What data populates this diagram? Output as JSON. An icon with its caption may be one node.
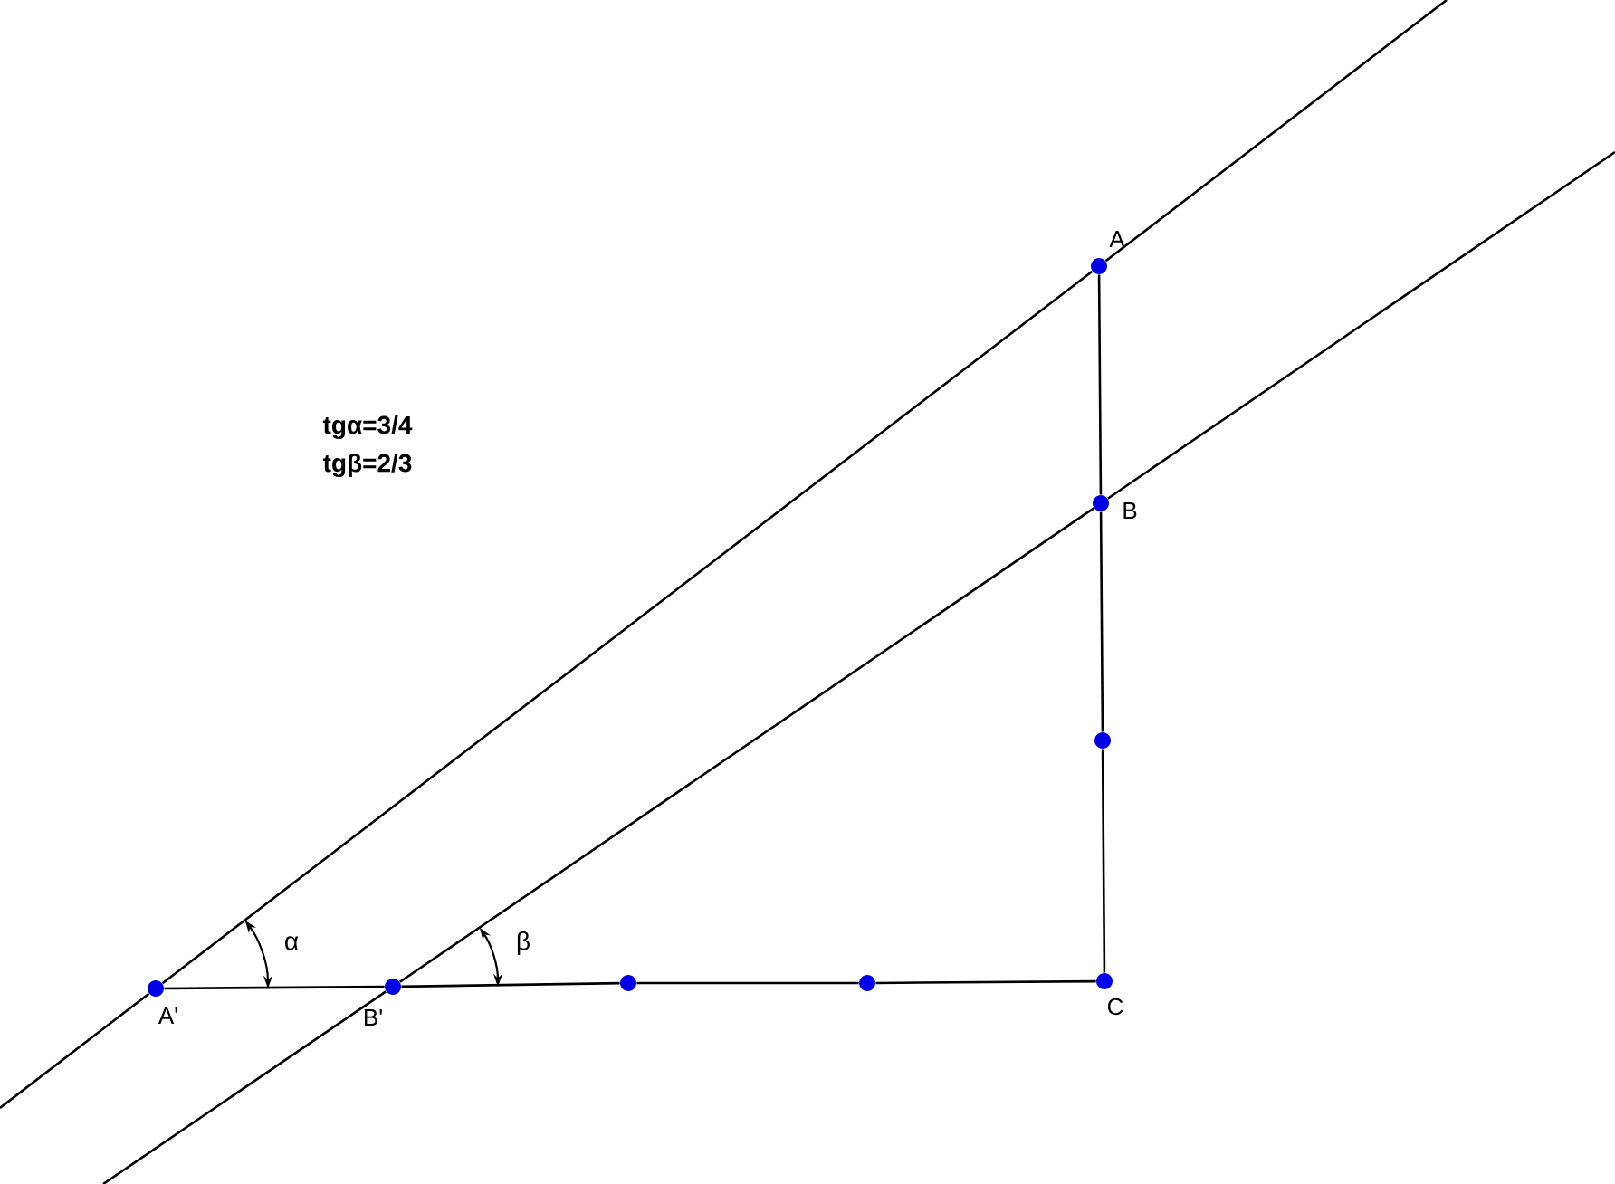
{
  "diagram": {
    "nodes": [
      {
        "text": [],
        "shape": "circle",
        "beside": [
          "A"
        ]
      },
      {
        "text": [],
        "shape": "circle",
        "beside": [
          "B"
        ]
      },
      {
        "text": [],
        "shape": "circle"
      },
      {
        "text": [],
        "shape": "circle",
        "beside": [
          "A'"
        ]
      },
      {
        "text": [],
        "shape": "circle",
        "beside": [
          "B'"
        ]
      },
      {
        "text": [],
        "shape": "circle"
      },
      {
        "text": [],
        "shape": "circle"
      },
      {
        "text": [],
        "shape": "circle",
        "beside": [
          "C"
        ]
      }
    ],
    "edges": [
      {
        "from": 3,
        "to": 0,
        "arrow": "none"
      },
      {
        "from": 4,
        "to": 1,
        "arrow": "none"
      },
      {
        "from": 0,
        "to": 1,
        "arrow": "none"
      },
      {
        "from": 1,
        "to": 2,
        "arrow": "none"
      },
      {
        "from": 2,
        "to": 7,
        "arrow": "none"
      },
      {
        "from": 3,
        "to": 4,
        "arrow": "none"
      },
      {
        "from": 4,
        "to": 5,
        "arrow": "none"
      },
      {
        "from": 5,
        "to": 6,
        "arrow": "none"
      },
      {
        "from": 6,
        "to": 7,
        "arrow": "none"
      }
    ],
    "labels": [
      "tgα=3/4",
      "tgβ=2/3",
      "α",
      "β"
    ]
  }
}
